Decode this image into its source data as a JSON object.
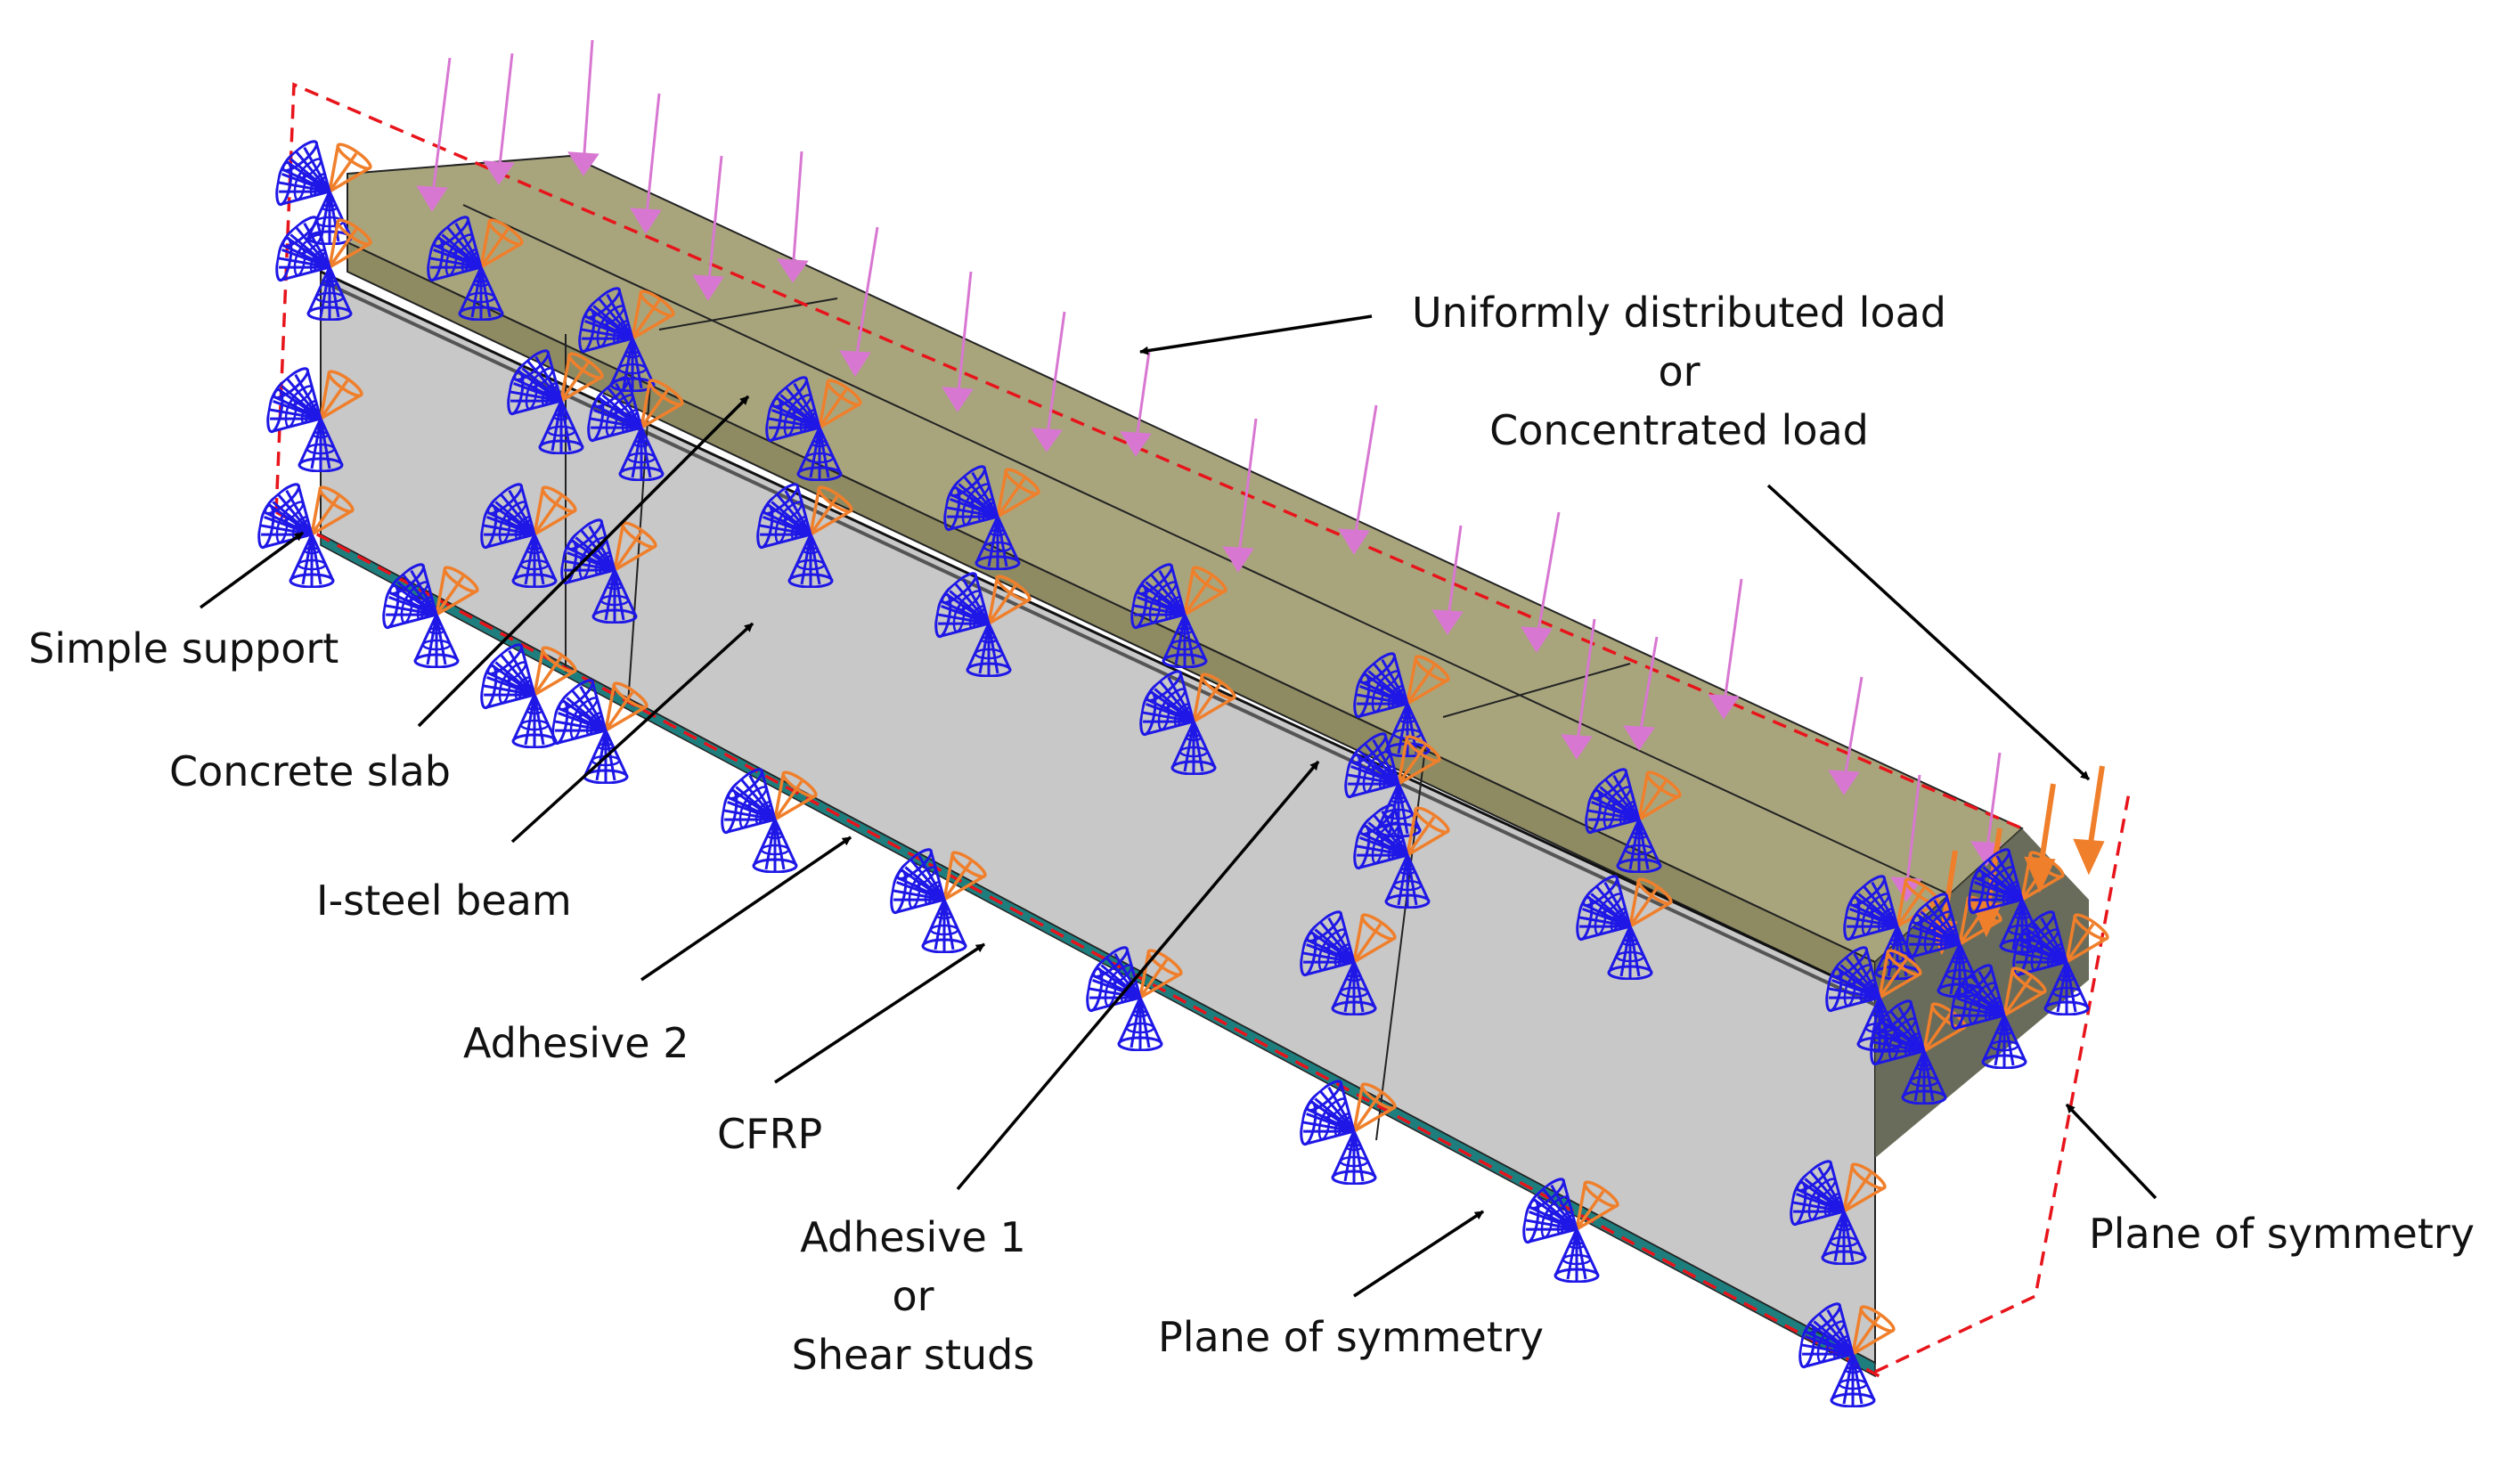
{
  "labels": {
    "load": {
      "line1": "Uniformly distributed load",
      "line2": "or",
      "line3": "Concentrated load"
    },
    "plane_of_symmetry_right": "Plane of symmetry",
    "simple_support": "Simple support",
    "concrete_slab": "Concrete slab",
    "i_steel_beam": "I-steel beam",
    "adhesive_2": "Adhesive 2",
    "cfrp": "CFRP",
    "adhesive_1": {
      "line1": "Adhesive 1",
      "line2": "or",
      "line3": "Shear studs"
    },
    "plane_of_symmetry_bottom": "Plane of symmetry"
  },
  "colors": {
    "slab_top": "#A8A57D",
    "slab_side": "#8E8B62",
    "steel_web": "#C8C8C8",
    "end_face": "#595C48",
    "cfrp_strip": "#1E7E7E",
    "symmetry_plane": "#E8141B",
    "distributed_load": "#D877D2",
    "concentrated_load": "#F07F2B",
    "constraint": "#1E17E6",
    "leader_line": "#000000"
  },
  "icons": {
    "constraint": "boundary-condition-cone-icon",
    "load": "load-arrow-icon"
  }
}
